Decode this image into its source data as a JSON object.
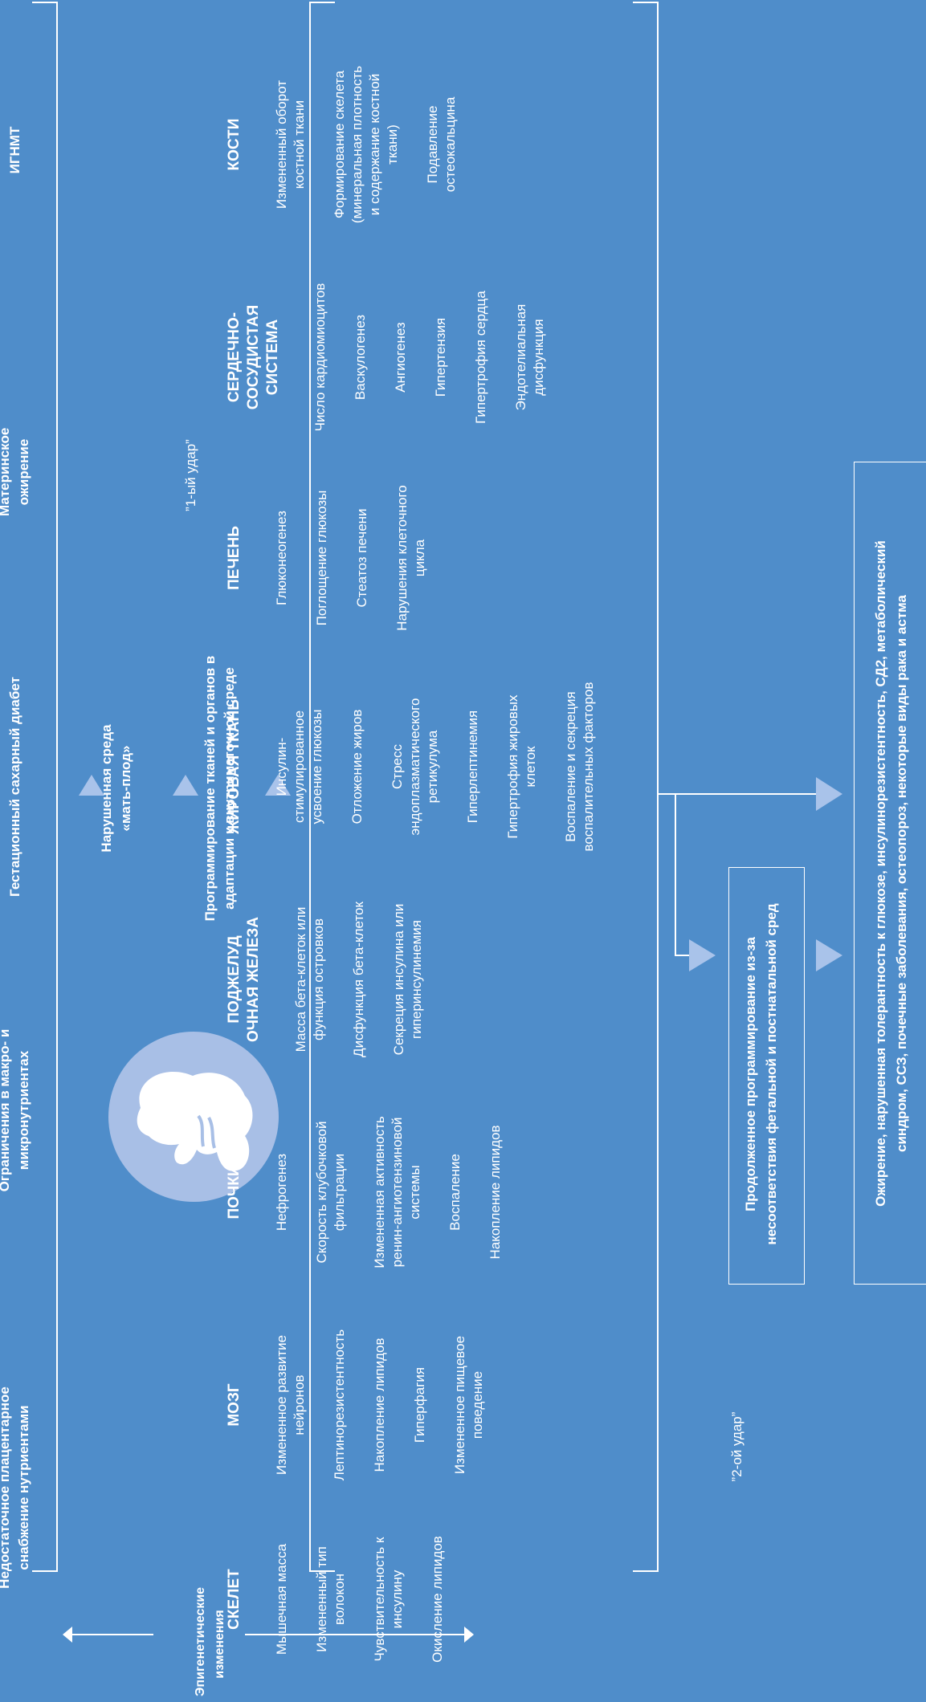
{
  "causes": [
    "Недостаточное плацентарное\nснабжение нутриентами",
    "Ограничения в макро- и\nмикронутриентах",
    "Гестационный сахарный диабет",
    "Материнское\nожирение",
    "ИГНМТ"
  ],
  "first_hit": "”1-ый удар”",
  "second_hit": "”2-ой удар”",
  "disturbed_env": "Нарушенная среда\n«мать-плод»",
  "programming": "Программирование тканей и органов в\nадаптации к внутриматочной среде",
  "epigenetic": "Эпигенетические\nизменения",
  "continued": "Продолженное программирование из-за\nнесоответствия фетальной и постнатальной сред",
  "outcome": "Ожирение, нарушенная толерантность к глюкозе, инсулинорезистентность, СД2, метаболический\nсиндром, ССЗ, почечные заболевания, остеопороз, некоторые виды рака и астма",
  "organs": [
    {
      "title": "СКЕЛЕТ",
      "items": [
        "Мышечная масса",
        "Измененный тип\nволокон",
        "Чувствительность к\nинсулину",
        "Окисление липидов"
      ]
    },
    {
      "title": "МОЗГ",
      "items": [
        "Измененное развитие\nнейронов",
        "Лептинорезистентность",
        "Накопление липидов",
        "Гиперфагия",
        "Измененное пищевое\nповедение"
      ]
    },
    {
      "title": "ПОЧКИ",
      "items": [
        "Нефрогенез",
        "Скорость клубочковой\nфильтрации",
        "Измененная активность\nренин-ангиотензиновой\nсистемы",
        "Воспаление",
        "Накопление липидов"
      ]
    },
    {
      "title": "ПОДЖЕЛУД\nОЧНАЯ ЖЕЛЕЗА",
      "items": [
        "Масса бета-клеток или\nфункция островков",
        "Дисфункция бета-клеток",
        "Секреция инсулина или\nгиперинсулинемия"
      ]
    },
    {
      "title": "ЖИРОВАЯ ТКАНЬ",
      "items": [
        "Инсулин-\nстимулированное\nусвоение глюкозы",
        "Отложение жиров",
        "Стресс\nэндоплазматического\nретикулума",
        "Гиперлептинемия",
        "Гипертрофия жировых\nклеток",
        "Воспаление и секреция\nвоспалительных факторов"
      ]
    },
    {
      "title": "ПЕЧЕНЬ",
      "items": [
        "Глюконеогенез",
        "Поглощение глюкозы",
        "Стеатоз печени",
        "Нарушения клеточного\nцикла"
      ]
    },
    {
      "title": "СЕРДЕЧНО-\nСОСУДИСТАЯ\nСИСТЕМА",
      "items": [
        "Число кардиомиоцитов",
        "Васкулогенез",
        "Ангиогенез",
        "Гипертензия",
        "Гипертрофия сердца",
        "Эндотелиальная\nдисфункция"
      ]
    },
    {
      "title": "КОСТИ",
      "items": [
        "Измененный оборот\nкостной ткани",
        "Формирование скелета\n(минеральная плотность\nи содержание костной\nткани)",
        "Подавление\nостеокальцина"
      ]
    }
  ],
  "colors": {
    "background": "#4f8dca",
    "circle": "#a8bfe6",
    "triangle": "#a9c3ea",
    "line": "#ffffff"
  }
}
